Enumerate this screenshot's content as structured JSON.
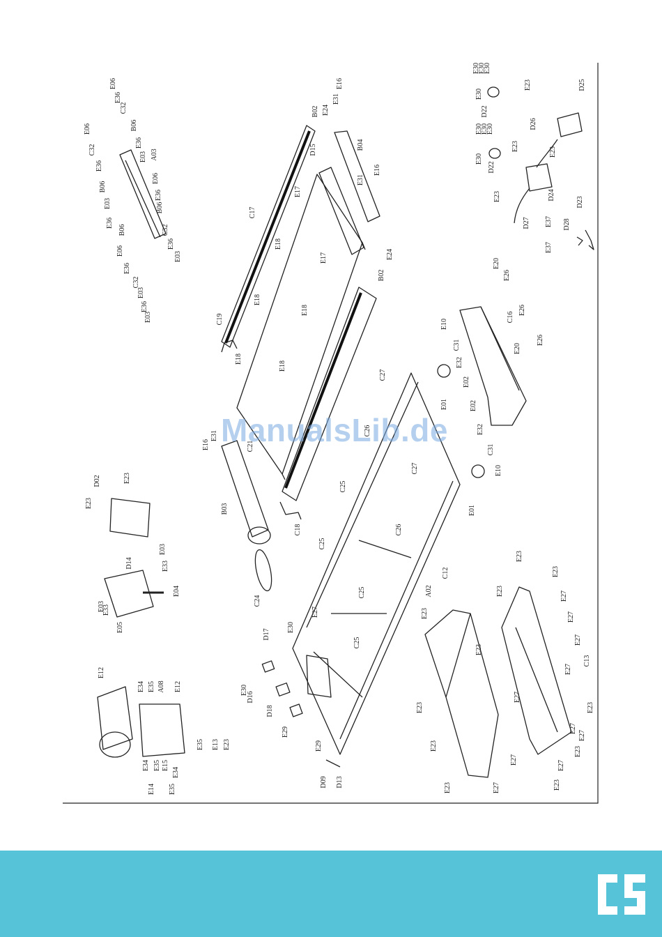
{
  "watermark": {
    "text": "ManualsLib.de"
  },
  "brand": {
    "logo_letters": "CS"
  },
  "colors": {
    "footer_band": "#56c3d9",
    "line": "#222222",
    "watermark": "#78aae1",
    "logo": "#ffffff"
  },
  "part_labels": [
    "E06",
    "E36",
    "C32",
    "B06",
    "E36",
    "E03",
    "A03",
    "E06",
    "E36",
    "B06",
    "C32",
    "E36",
    "E03",
    "E06",
    "C32",
    "E36",
    "B06",
    "E03",
    "E36",
    "B06",
    "E06",
    "E36",
    "C32",
    "E03",
    "E36",
    "E03",
    "B02",
    "E24",
    "E31",
    "E16",
    "D15",
    "B04",
    "E31",
    "E16",
    "C17",
    "E17",
    "E18",
    "E17",
    "E24",
    "B02",
    "E18",
    "E18",
    "C19",
    "E18",
    "E18",
    "C21",
    "E16",
    "E31",
    "B03",
    "C18",
    "E30",
    "E30",
    "E30",
    "E30",
    "D22",
    "E23",
    "D25",
    "E30",
    "E30",
    "E30",
    "E30",
    "D22",
    "D26",
    "E23",
    "E23",
    "E23",
    "D24",
    "D27",
    "D23",
    "E37",
    "D28",
    "E37",
    "E20",
    "E26",
    "E10",
    "C31",
    "C16",
    "E26",
    "E32",
    "E02",
    "E20",
    "E26",
    "E02",
    "E32",
    "C31",
    "E10",
    "C27",
    "C26",
    "E01",
    "C27",
    "E01",
    "C25",
    "C26",
    "C25",
    "C25",
    "C25",
    "A02",
    "E23",
    "D02",
    "E23",
    "D14",
    "E03",
    "E33",
    "E04",
    "E05",
    "E33",
    "E03",
    "C24",
    "E27",
    "D17",
    "E30",
    "E30",
    "D16",
    "D18",
    "E29",
    "E29",
    "D09",
    "D13",
    "E12",
    "E34",
    "E35",
    "A08",
    "E12",
    "E34",
    "E35",
    "E15",
    "E14",
    "E35",
    "E34",
    "E35",
    "E13",
    "E23",
    "C12",
    "E23",
    "E23",
    "E23",
    "E23",
    "E23",
    "E23",
    "E23",
    "E27",
    "E23",
    "E27",
    "E27",
    "E27",
    "E27",
    "C13",
    "E27",
    "E27",
    "E23",
    "E27",
    "E27",
    "E23",
    "E27",
    "E23"
  ]
}
